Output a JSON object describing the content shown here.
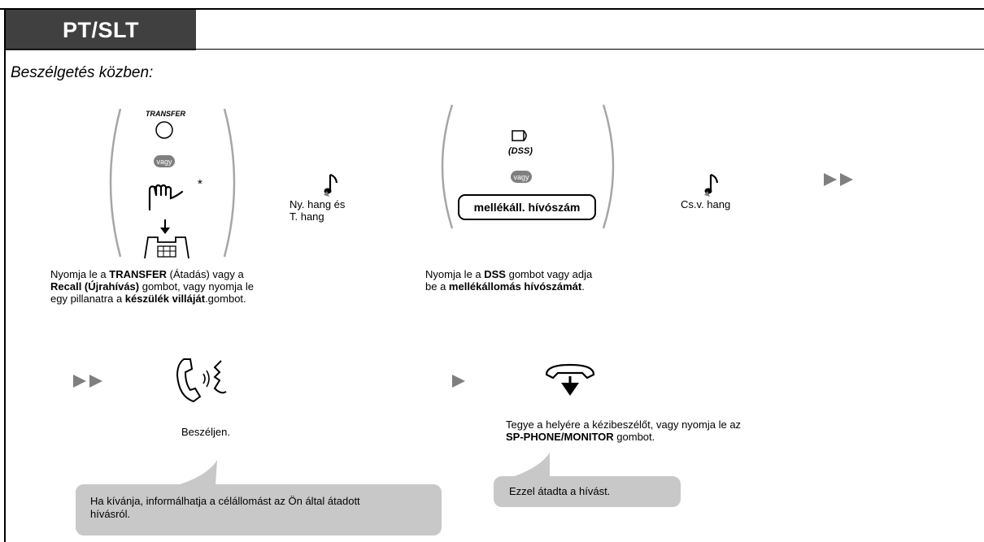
{
  "header": {
    "tab_label": "PT/SLT",
    "subtitle": "Beszélgetés közben:"
  },
  "step1": {
    "transfer_label": "TRANSFER",
    "or_label": "vagy",
    "asterisk": "*",
    "desc_line1_a": "Nyomja le a ",
    "desc_line1_b": "TRANSFER",
    "desc_line1_c": " (Átadás) vagy a",
    "desc_line2_a": "Recall (Újrahívás)",
    "desc_line2_b": " gombot, vagy nyomja le",
    "desc_line3_a": "egy pillanatra a ",
    "desc_line3_b": "készülék villáját",
    "desc_line3_c": ".gombot."
  },
  "tone1": {
    "line1": "Ny. hang és",
    "line2": "T. hang"
  },
  "step2": {
    "dss_label": "(DSS)",
    "or_label": "vagy",
    "ext_box": "mellékáll. hívószám",
    "desc_line1_a": "Nyomja le a ",
    "desc_line1_b": "DSS",
    "desc_line1_c": " gombot vagy adja",
    "desc_line2_a": "be a ",
    "desc_line2_b": "mellékállomás hívószámát",
    "desc_line2_c": "."
  },
  "tone2": {
    "label": "Cs.v. hang"
  },
  "step3": {
    "label": "Beszéljen."
  },
  "step4": {
    "line1": "Tegye a helyére a kézibeszélőt, vagy nyomja le az",
    "line2_a": "SP-PHONE/MONITOR",
    "line2_b": " gombot."
  },
  "bubble1": {
    "line1": "Ha kívánja, informálhatja a célállomást az Ön által átadott",
    "line2": "hívásról."
  },
  "bubble2": {
    "text": "Ezzel átadta a hívást."
  },
  "icons": [
    "transfer-button-icon",
    "finger-press-icon",
    "hookswitch-icon",
    "music-note-icon",
    "dss-key-icon",
    "play-arrows-icon",
    "handset-talk-icon",
    "handset-hangup-icon"
  ]
}
